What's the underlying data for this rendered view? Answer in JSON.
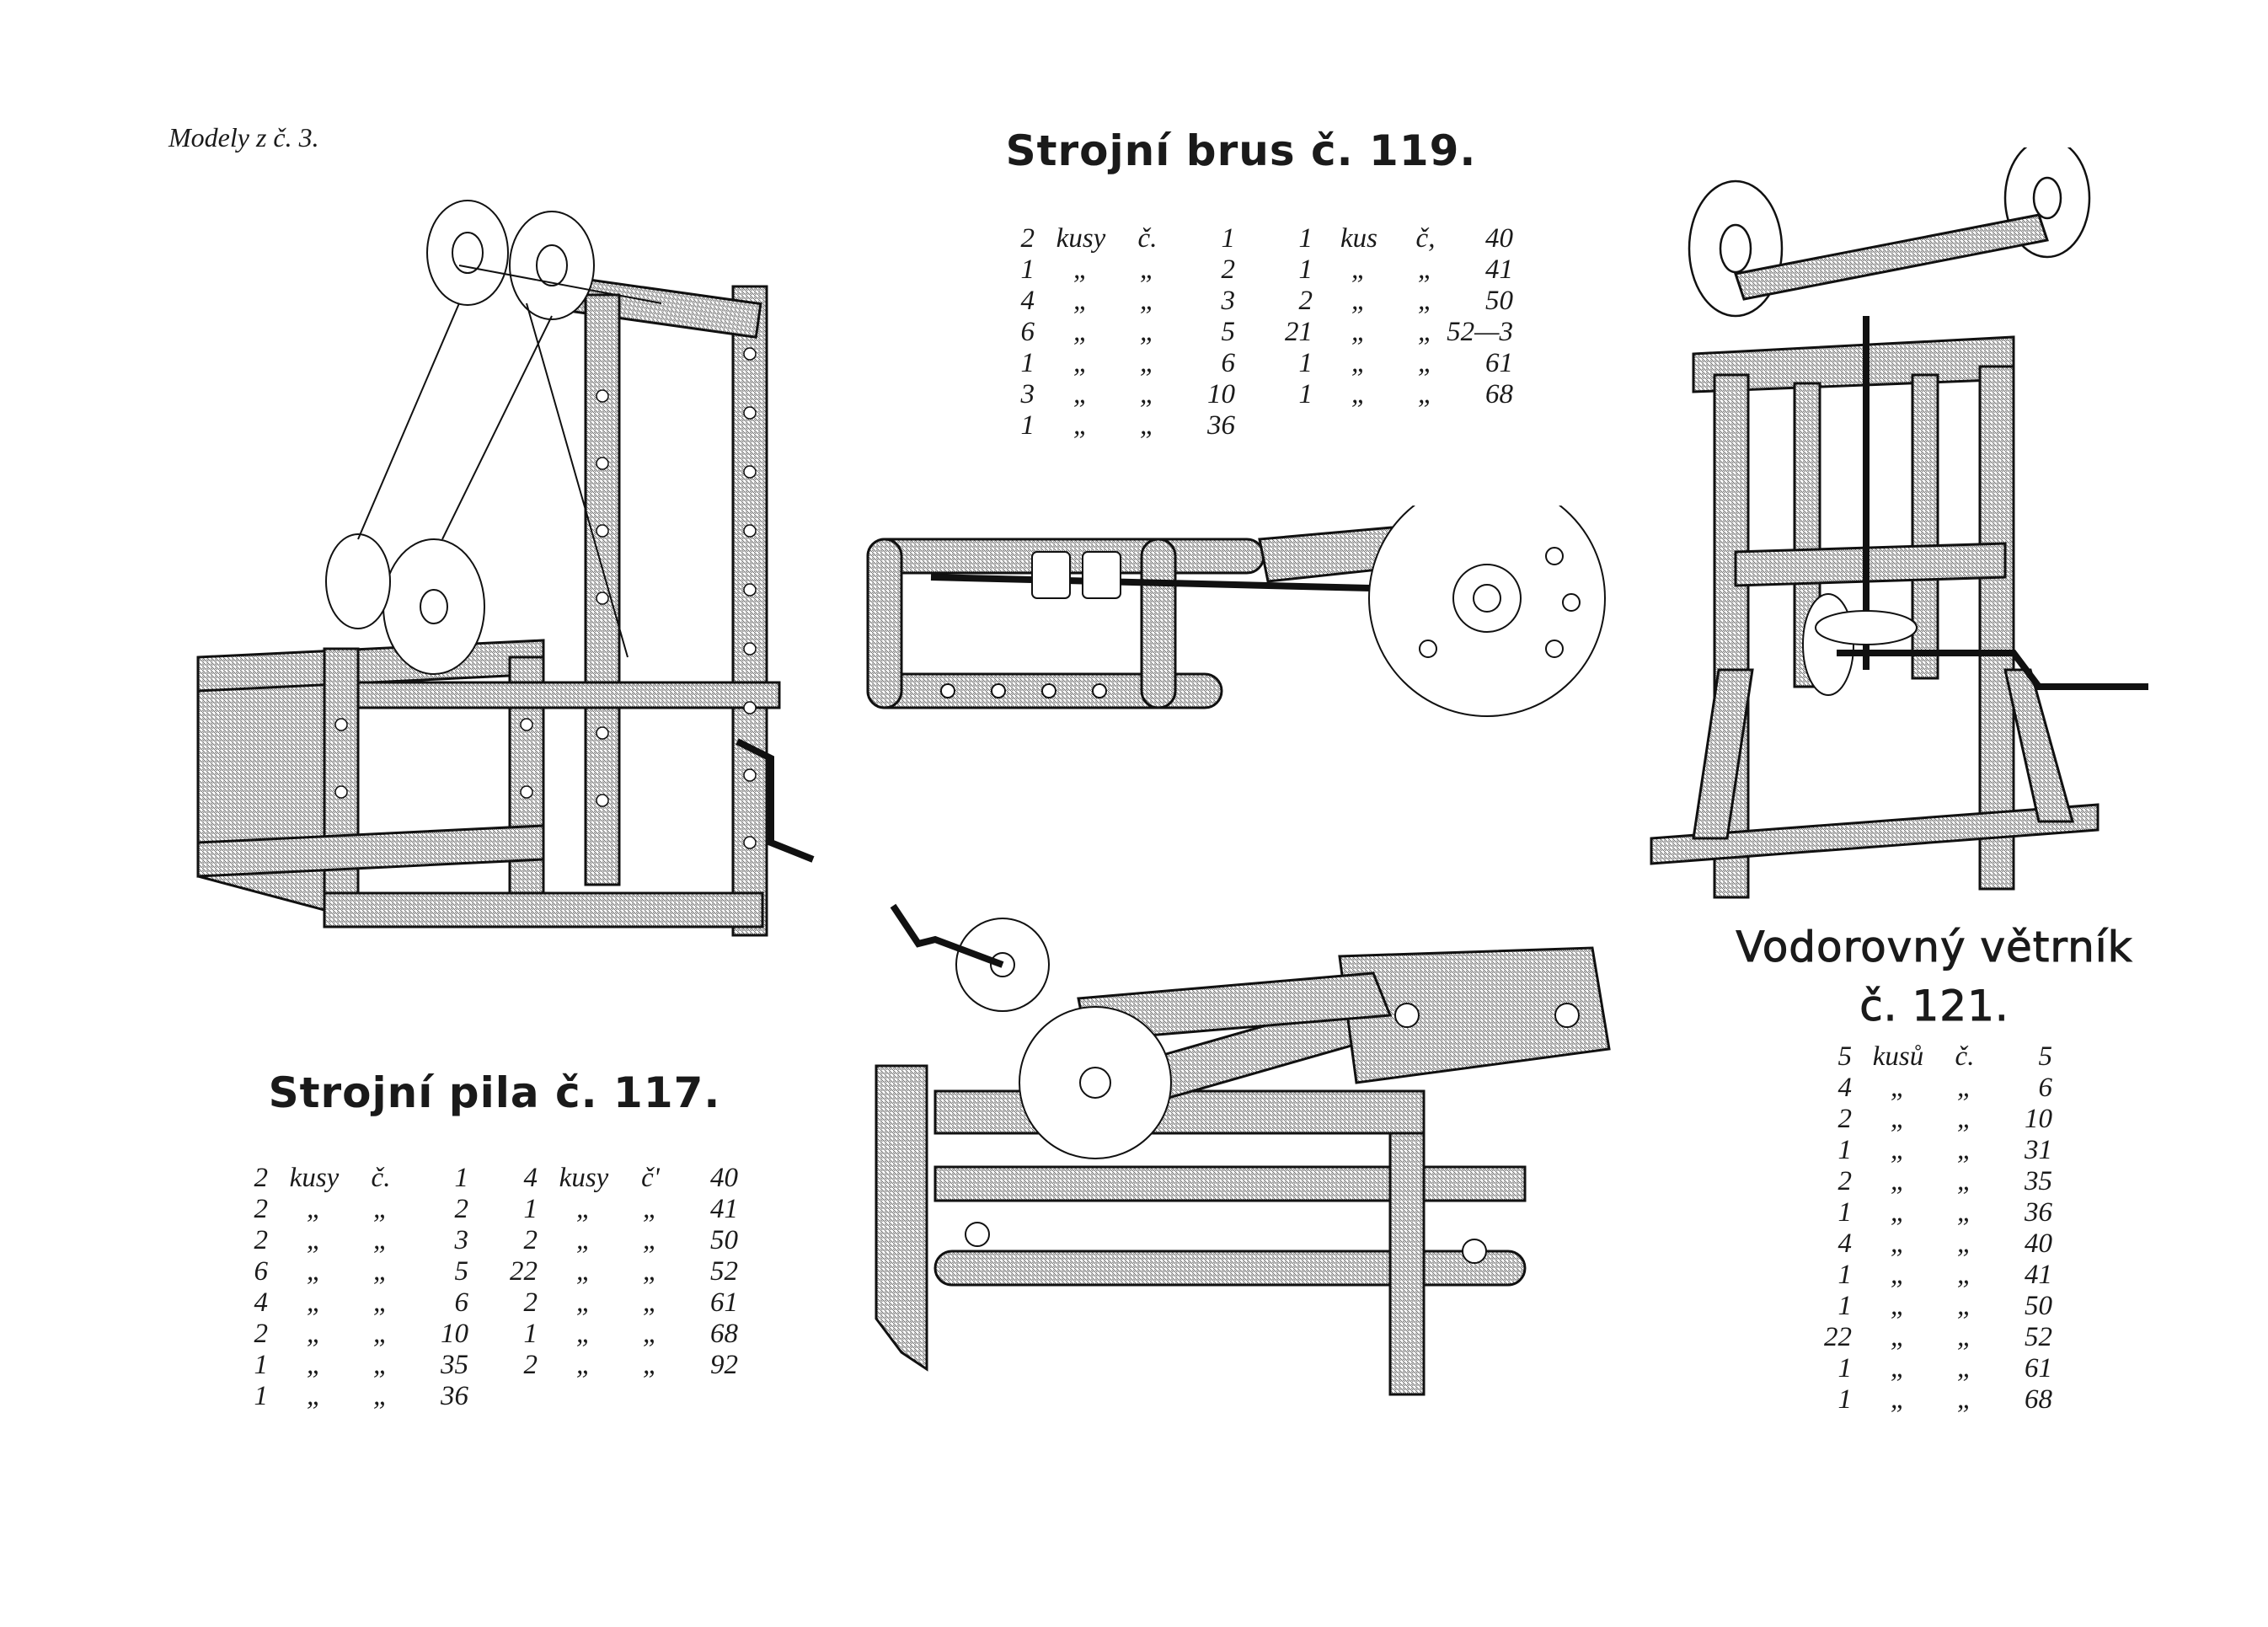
{
  "header": "Modely z č. 3.",
  "models": [
    {
      "title": "Strojní brus č. 119.",
      "parts_columns": [
        [
          [
            "2",
            "kusy",
            "č.",
            "1"
          ],
          [
            "1",
            "„",
            "„",
            "2"
          ],
          [
            "4",
            "„",
            "„",
            "3"
          ],
          [
            "6",
            "„",
            "„",
            "5"
          ],
          [
            "1",
            "„",
            "„",
            "6"
          ],
          [
            "3",
            "„",
            "„",
            "10"
          ],
          [
            "1",
            "„",
            "„",
            "36"
          ]
        ],
        [
          [
            "1",
            "kus",
            "č,",
            "40"
          ],
          [
            "1",
            "„",
            "„",
            "41"
          ],
          [
            "2",
            "„",
            "„",
            "50"
          ],
          [
            "21",
            "„",
            "„",
            "52—3"
          ],
          [
            "1",
            "„",
            "„",
            "61"
          ],
          [
            "1",
            "„",
            "„",
            "68"
          ]
        ]
      ]
    },
    {
      "title": "Strojní pila č. 117.",
      "parts_columns": [
        [
          [
            "2",
            "kusy",
            "č.",
            "1"
          ],
          [
            "2",
            "„",
            "„",
            "2"
          ],
          [
            "2",
            "„",
            "„",
            "3"
          ],
          [
            "6",
            "„",
            "„",
            "5"
          ],
          [
            "4",
            "„",
            "„",
            "6"
          ],
          [
            "2",
            "„",
            "„",
            "10"
          ],
          [
            "1",
            "„",
            "„",
            "35"
          ],
          [
            "1",
            "„",
            "„",
            "36"
          ]
        ],
        [
          [
            "4",
            "kusy",
            "č'",
            "40"
          ],
          [
            "1",
            "„",
            "„",
            "41"
          ],
          [
            "2",
            "„",
            "„",
            "50"
          ],
          [
            "22",
            "„",
            "„",
            "52"
          ],
          [
            "2",
            "„",
            "„",
            "61"
          ],
          [
            "1",
            "„",
            "„",
            "68"
          ],
          [
            "2",
            "„",
            "„",
            "92"
          ]
        ]
      ]
    },
    {
      "title_line1": "Vodorovný větrník",
      "title_line2": "č. 121.",
      "parts_columns": [
        [
          [
            "5",
            "kusů",
            "č.",
            "5"
          ],
          [
            "4",
            "„",
            "„",
            "6"
          ],
          [
            "2",
            "„",
            "„",
            "10"
          ],
          [
            "1",
            "„",
            "„",
            "31"
          ],
          [
            "2",
            "„",
            "„",
            "35"
          ],
          [
            "1",
            "„",
            "„",
            "36"
          ],
          [
            "4",
            "„",
            "„",
            "40"
          ],
          [
            "1",
            "„",
            "„",
            "41"
          ],
          [
            "1",
            "„",
            "„",
            "50"
          ],
          [
            "22",
            "„",
            "„",
            "52"
          ],
          [
            "1",
            "„",
            "„",
            "61"
          ],
          [
            "1",
            "„",
            "„",
            "68"
          ]
        ]
      ]
    }
  ]
}
